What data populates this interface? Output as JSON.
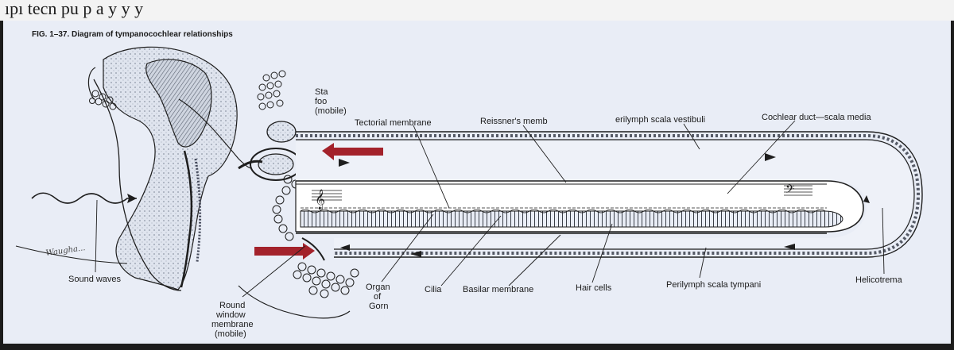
{
  "top_strip_text": "ıpı tecn pu p a y  y  y",
  "figure_caption": "FIG. 1–37. Diagram of tympanocochlear relationships",
  "labels": {
    "stapes": [
      "Sta",
      "foo",
      "(mobile)"
    ],
    "tectorial_membrane": "Tectorial membrane",
    "reissners_membrane": "Reissner's memb",
    "perilymph_vestibuli": "erilymph scala vestibuli",
    "cochlear_duct": "Cochlear duct—scala media",
    "sound_waves": "Sound waves",
    "round_window": [
      "Round",
      "window",
      "membrane",
      "(mobile)"
    ],
    "organ_of_corti": [
      "Organ",
      "of",
      "Gorn"
    ],
    "cilia": "Cilia",
    "basilar_membrane": "Basilar membrane",
    "hair_cells": "Hair cells",
    "perilymph_tympani": "Perilymph scala tympani",
    "helicotrema": "Helicotrema",
    "signature": "Waugha..."
  },
  "colors": {
    "paper": "#e9edf6",
    "ink": "#1e1e1e",
    "arrow_red": "#a3222b",
    "stipple": "#b9c0cd"
  }
}
